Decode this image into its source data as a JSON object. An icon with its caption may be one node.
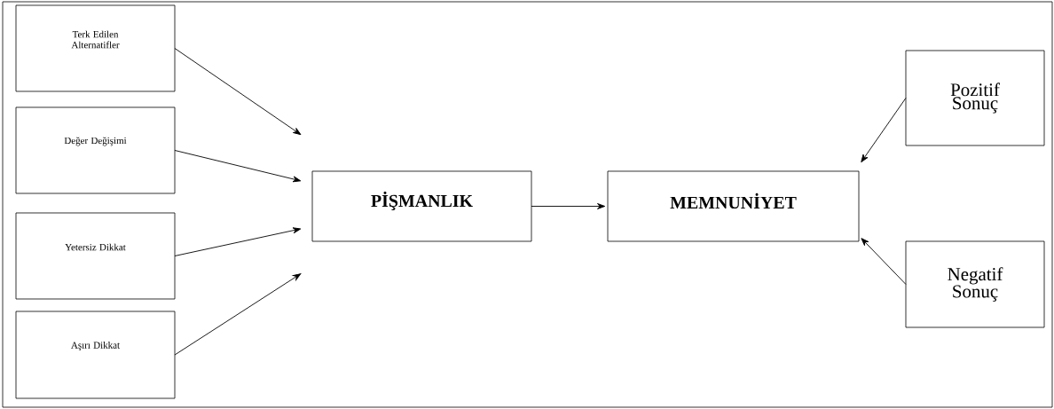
{
  "diagram": {
    "nodes": [
      {
        "text": [
          "Terk Edilen Alternatifler"
        ]
      },
      {
        "text": [
          "Değer Değişimi"
        ]
      },
      {
        "text": [
          "Yetersiz Dikkat"
        ]
      },
      {
        "text": [
          "Aşırı Dikkat"
        ]
      },
      {
        "text": [
          "PİŞMANLIK"
        ]
      },
      {
        "text": [
          "MEMNUNİYET"
        ]
      },
      {
        "text": [
          "Pozitif Sonuç"
        ]
      },
      {
        "text": [
          "Negatif Sonuç"
        ]
      }
    ],
    "edges": [
      {
        "from": 0,
        "to": 4,
        "arrow": "to"
      },
      {
        "from": 1,
        "to": 4,
        "arrow": "to"
      },
      {
        "from": 2,
        "to": 4,
        "arrow": "to"
      },
      {
        "from": 3,
        "to": 4,
        "arrow": "to"
      },
      {
        "from": 4,
        "to": 5,
        "arrow": "to"
      },
      {
        "from": 6,
        "to": 5,
        "arrow": "to"
      },
      {
        "from": 7,
        "to": 5,
        "arrow": "to"
      }
    ]
  }
}
